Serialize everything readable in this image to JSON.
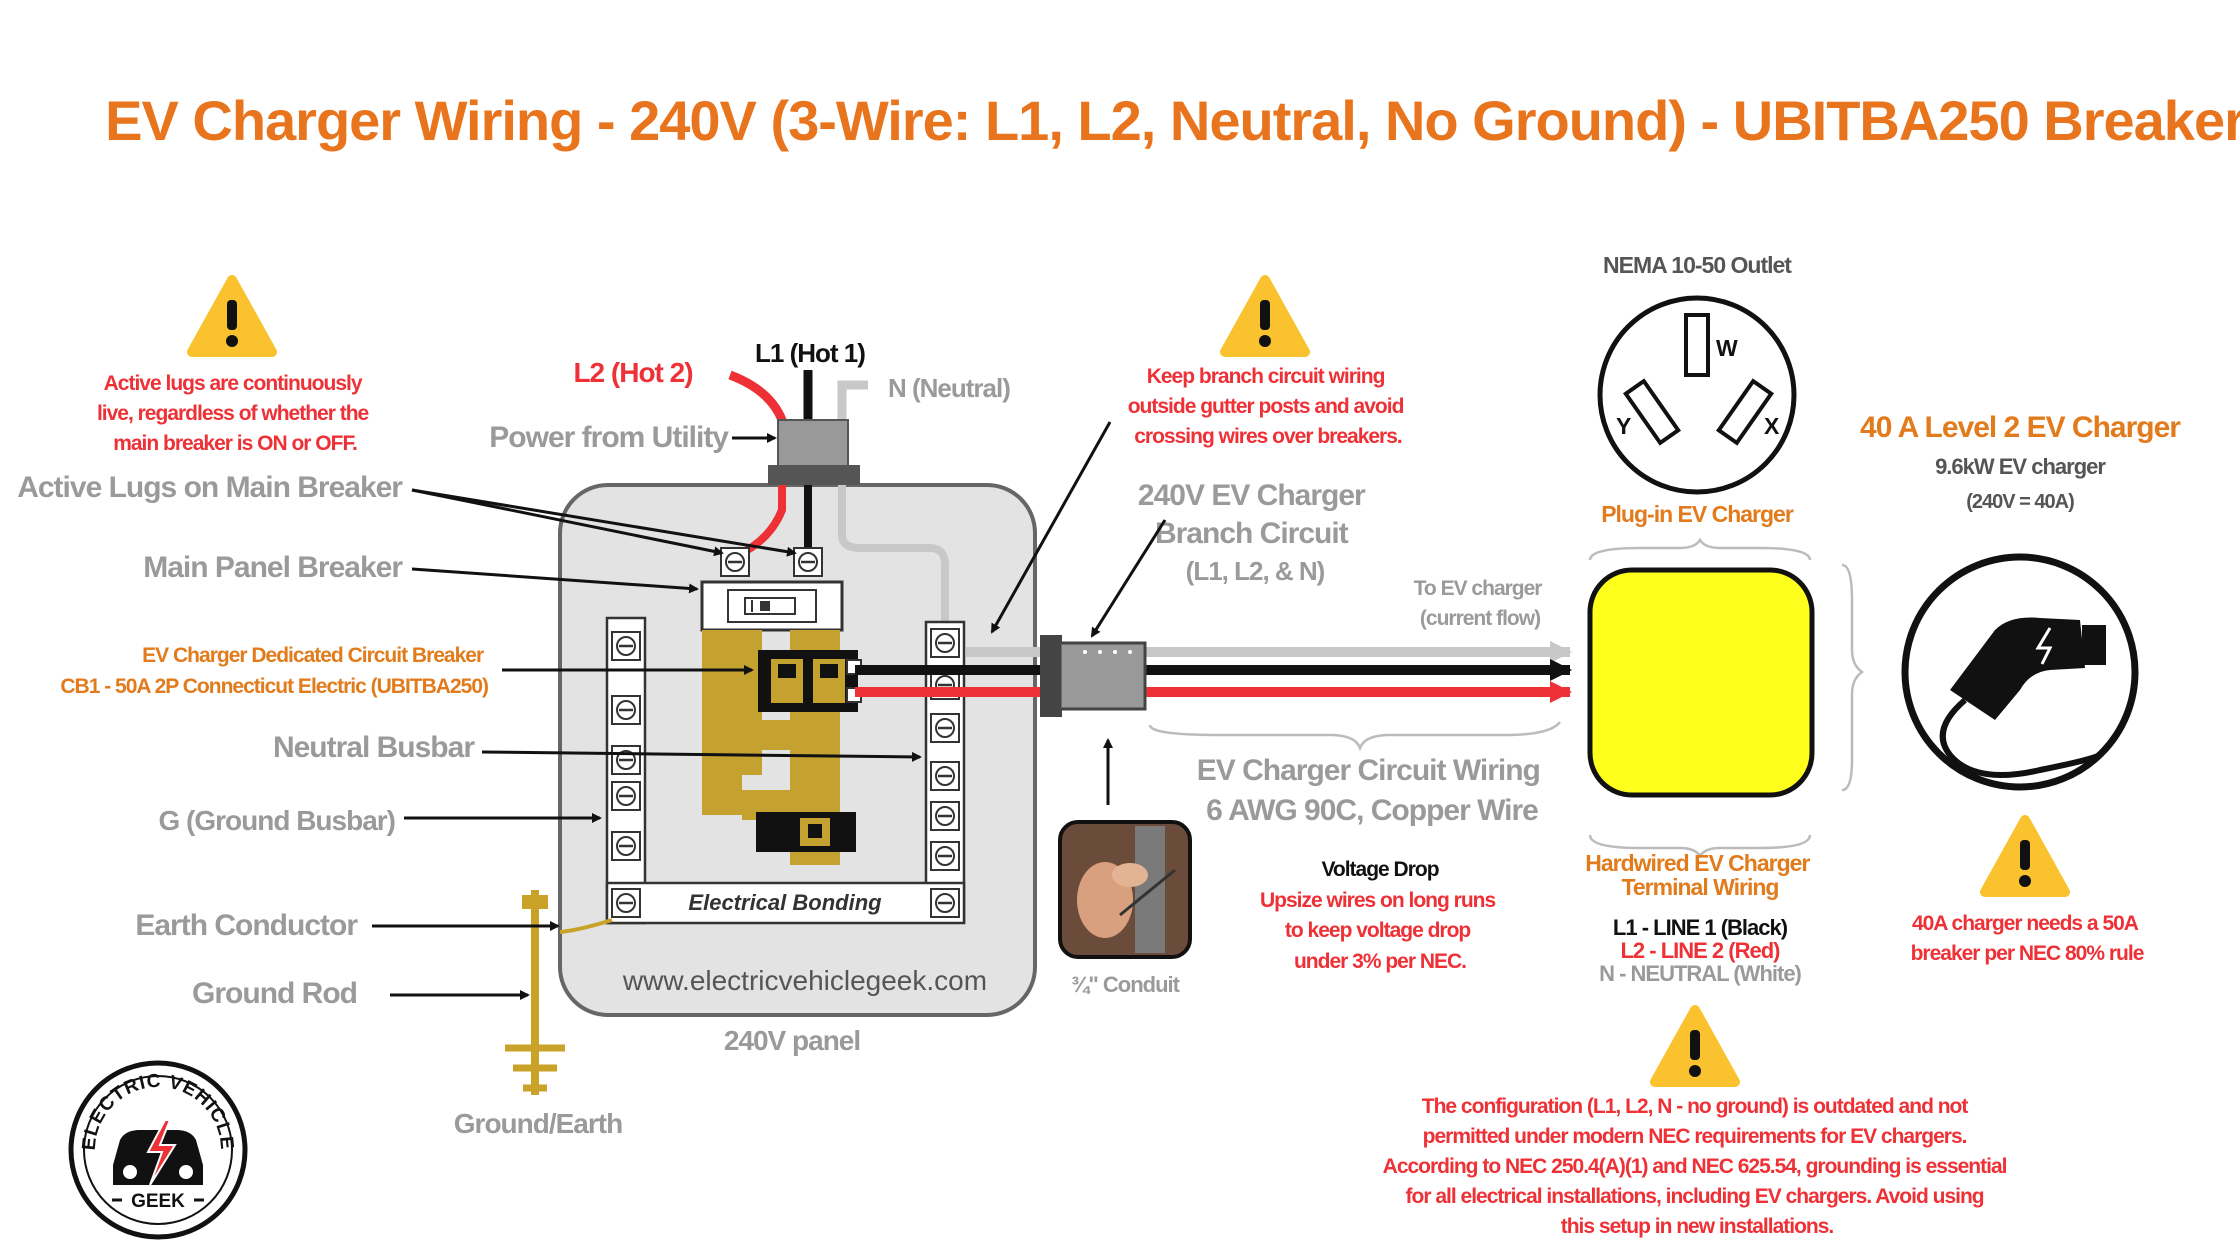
{
  "title": "EV Charger Wiring - 240V (3-Wire: L1, L2, Neutral, No Ground) - UBITBA250 Breaker",
  "colors": {
    "title": "#e8741e",
    "orange": "#e27b1c",
    "red": "#ee3136",
    "gray": "#9a9a9a",
    "dark_gray": "#555555",
    "panel_fill": "#e3e3e3",
    "busbar": "#c5a130",
    "ground": "#c9a227",
    "charger_box": "#ffff1e",
    "warning": "#f9c22e",
    "wire_black": "#111111",
    "wire_red": "#ee3136",
    "wire_white": "#c8c8c8"
  },
  "labels": {
    "l1": "L1 (Hot 1)",
    "l2": "L2 (Hot 2)",
    "neutral": "N (Neutral)",
    "power_from_utility": "Power from Utility",
    "active_lugs": "Active Lugs on Main Breaker",
    "main_panel_breaker": "Main Panel Breaker",
    "ev_breaker_line1": "EV Charger Dedicated Circuit Breaker",
    "ev_breaker_line2": "CB1 - 50A 2P Connecticut Electric (UBITBA250)",
    "neutral_busbar": "Neutral Busbar",
    "ground_busbar": "G (Ground Busbar)",
    "earth_conductor": "Earth Conductor",
    "ground_rod": "Ground Rod",
    "ground_earth": "Ground/Earth",
    "electrical_bonding": "Electrical Bonding",
    "website": "www.electricvehiclegeek.com",
    "panel_240v": "240V panel",
    "conduit": "¾\"  Conduit"
  },
  "warnings": {
    "active_lugs": [
      "Active lugs are continuously",
      "live, regardless of whether the",
      "main breaker is ON or OFF."
    ],
    "branch_wiring": [
      "Keep branch circuit wiring",
      "outside gutter posts and avoid",
      "crossing wires over breakers."
    ],
    "breaker_rule": [
      "40A charger needs a 50A",
      "breaker per NEC 80% rule"
    ],
    "no_ground": [
      "The configuration (L1, L2, N - no ground) is outdated and not",
      "permitted under modern NEC requirements for EV chargers.",
      "According to NEC 250.4(A)(1) and NEC 625.54, grounding is essential",
      "for all electrical installations, including EV chargers. Avoid using",
      "this setup in new installations."
    ]
  },
  "branch_circuit": {
    "lines": [
      "240V EV Charger",
      "Branch Circuit",
      "(L1, L2, & N)"
    ],
    "to_charger": [
      "To EV charger",
      "(current flow)"
    ],
    "wiring": [
      "EV Charger Circuit Wiring",
      "6 AWG 90C, Copper Wire"
    ]
  },
  "voltage_drop": {
    "heading": "Voltage Drop",
    "lines": [
      "Upsize wires on long runs",
      "to keep voltage drop",
      "under 3% per NEC."
    ]
  },
  "outlet": {
    "title": "NEMA 10-50 Outlet",
    "w": "W",
    "x": "X",
    "y": "Y",
    "caption": "Plug-in EV Charger"
  },
  "terminal": {
    "title_line1": "Hardwired EV Charger",
    "title_line2": "Terminal Wiring",
    "l1": "L1 - LINE 1 (Black)",
    "l2": "L2 - LINE 2 (Red)",
    "n": "N  - NEUTRAL (White)"
  },
  "charger": {
    "title": "40 A Level 2 EV Charger",
    "power": "9.6kW EV charger",
    "rating": "(240V = 40A)"
  },
  "logo": {
    "top_text": "ELECTRIC VEHICLE",
    "bottom_text": "GEEK",
    "icon": "car-lightning-icon"
  }
}
